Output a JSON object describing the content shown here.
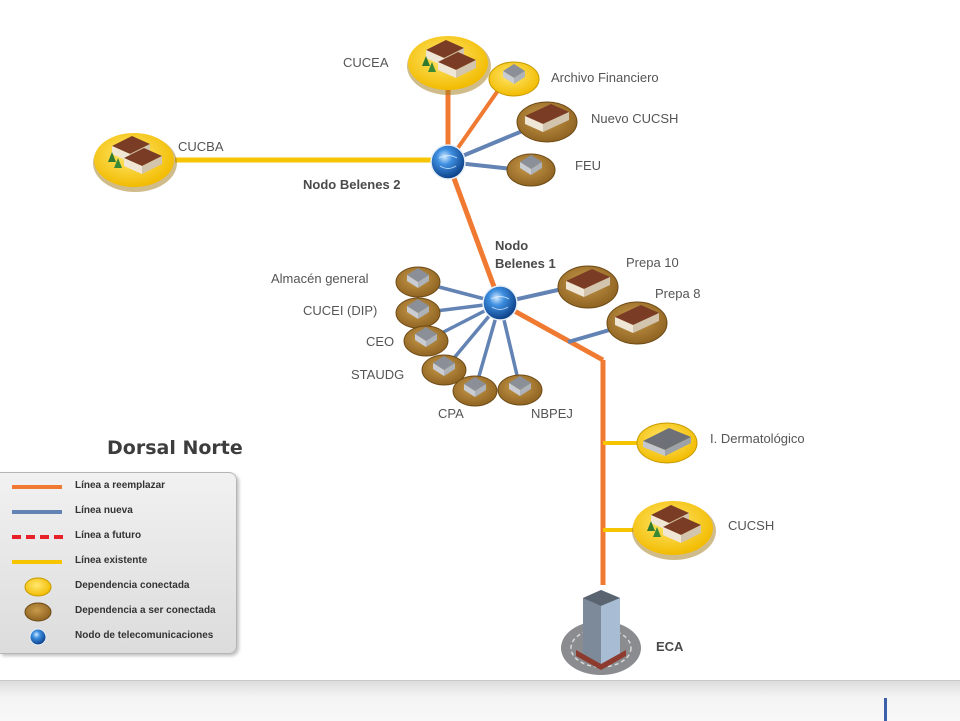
{
  "title": "Dorsal Norte",
  "colors": {
    "replace_line": "#f07a32",
    "new_line": "#6283b3",
    "future_line": "#e8202a",
    "existing_line": "#f7c400",
    "connected": "#f7c400",
    "to_connect": "#a88032",
    "node": "#1e63b8"
  },
  "nodes": {
    "belenes2": "Nodo Belenes 2",
    "belenes1_line1": "Nodo",
    "belenes1_line2": "Belenes 1"
  },
  "sites": {
    "cucea": "CUCEA",
    "archivo_financiero": "Archivo Financiero",
    "nuevo_cucsh": "Nuevo CUCSH",
    "cucba": "CUCBA",
    "feu": "FEU",
    "prepa10": "Prepa 10",
    "prepa8": "Prepa 8",
    "almacen": "Almacén general",
    "cucei": "CUCEI (DIP)",
    "ceo": "CEO",
    "staudg": "STAUDG",
    "cpa": "CPA",
    "nbpej": "NBPEJ",
    "dermatologico": "I. Dermatológico",
    "cucsh": "CUCSH",
    "eca": "ECA"
  },
  "legend": {
    "replace_line": "Línea a reemplazar",
    "new_line": "Línea nueva",
    "future_line": "Línea a futuro",
    "existing_line": "Línea existente",
    "connected": "Dependencia conectada",
    "to_connect": "Dependencia a ser conectada",
    "node": "Nodo de telecomunicaciones"
  }
}
